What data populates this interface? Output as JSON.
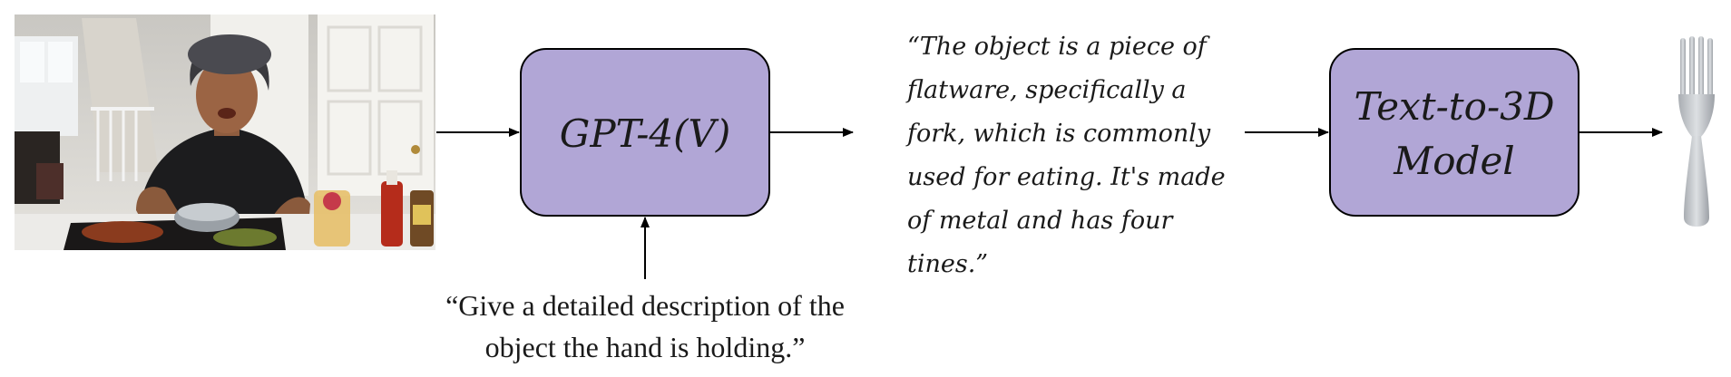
{
  "model_box": {
    "label": "GPT-4(V)"
  },
  "prompt": {
    "line1": "“Give a detailed description of the",
    "line2": "object the hand is holding.”"
  },
  "description": {
    "lines": [
      "“The object is a piece of",
      "flatware, specifically a",
      "fork, which is commonly",
      "used for eating. It's made",
      "of metal and has four",
      "tines.”"
    ]
  },
  "t3d_box": {
    "line1": "Text-to-3D",
    "line2": "Model"
  },
  "colors": {
    "box_fill": "#b1a6d6",
    "stroke": "#000000",
    "fork": "#c9ccd0"
  }
}
